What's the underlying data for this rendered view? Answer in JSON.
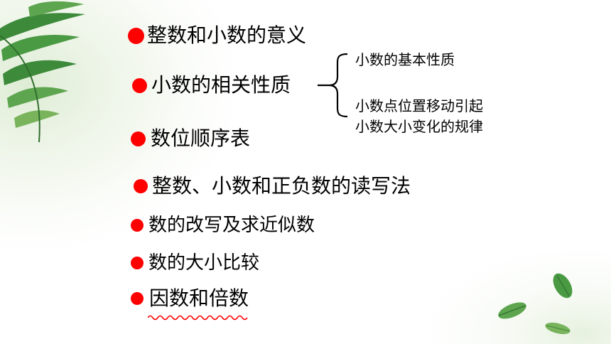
{
  "colors": {
    "bullet": "#ff0000",
    "text": "#000000",
    "leaf": "#3c8a3a",
    "leaf_light": "#79b35c",
    "glow": "#e9f2e2"
  },
  "icons": {
    "leaves_top_left": "fern-leaves-icon",
    "leaves_bottom_right": "falling-leaves-icon",
    "bullet": "red-dot-bullet-icon",
    "brace": "curly-brace-icon"
  },
  "items": [
    {
      "label": "整数和小数的意义"
    },
    {
      "label": "小数的相关性质"
    },
    {
      "label": "数位顺序表"
    },
    {
      "label": "整数、小数和正负数的读写法"
    },
    {
      "label": "数的改写及求近似数"
    },
    {
      "label": "数的大小比较"
    },
    {
      "label": "因数和倍数"
    }
  ],
  "sub_items": {
    "property_1": "小数的基本性质",
    "property_2_line_1": "小数点位置移动引起",
    "property_2_line_2": "小数大小变化的规律"
  }
}
